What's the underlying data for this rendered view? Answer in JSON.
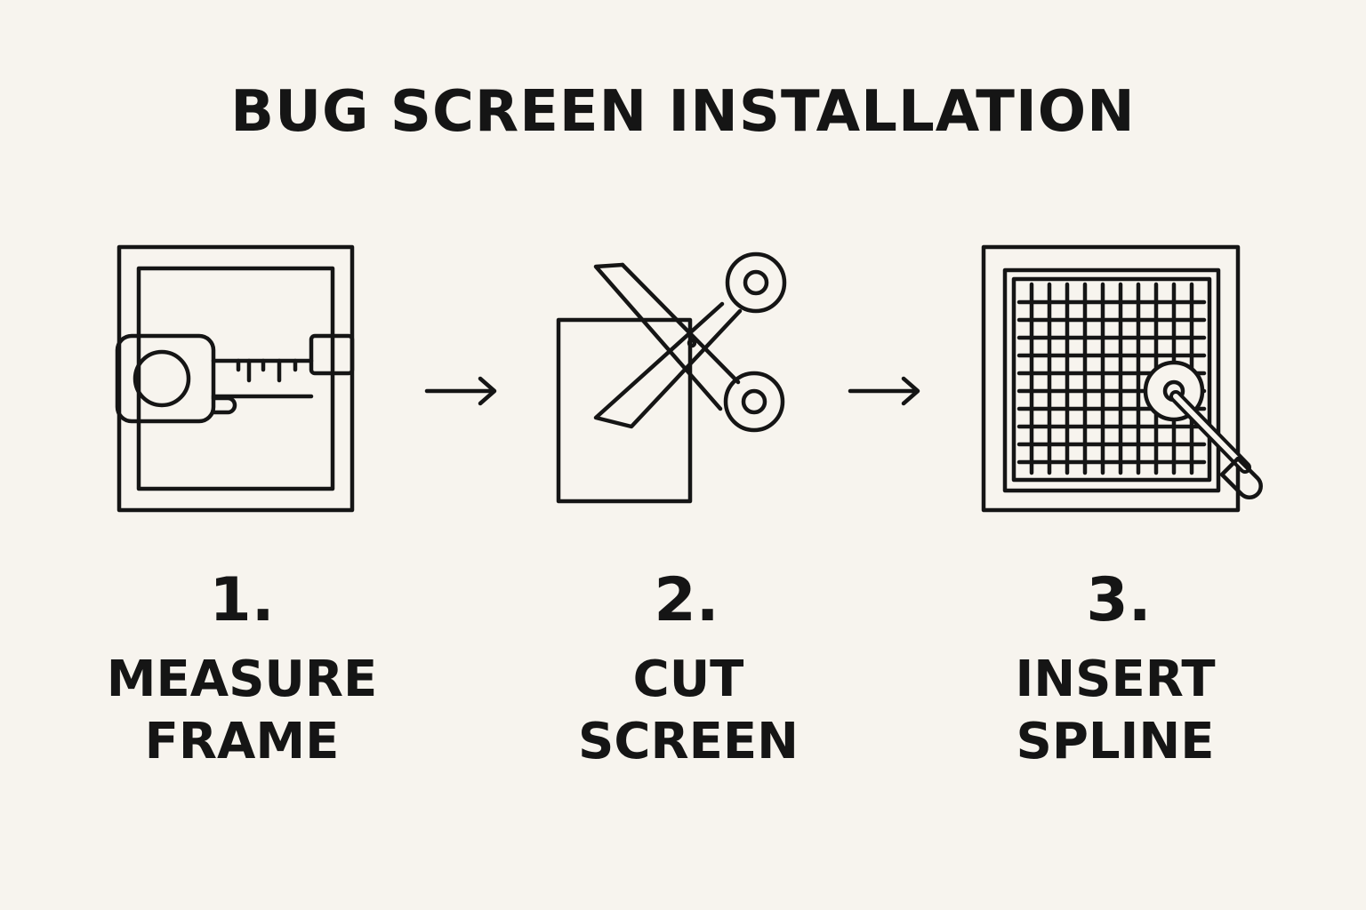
{
  "title": "BUG SCREEN INSTALLATION",
  "steps": [
    {
      "number": "1.",
      "label_lines": [
        "MEASURE",
        "FRAME"
      ],
      "icon": "tape-measure-frame-icon"
    },
    {
      "number": "2.",
      "label_lines": [
        "CUT",
        "SCREEN"
      ],
      "icon": "scissors-cutting-screen-icon"
    },
    {
      "number": "3.",
      "label_lines": [
        "INSERT",
        "SPLINE"
      ],
      "icon": "spline-roller-screen-icon"
    }
  ],
  "connector_icon": "right-arrow-icon",
  "colors": {
    "background": "#f7f4ee",
    "ink": "#151515"
  }
}
